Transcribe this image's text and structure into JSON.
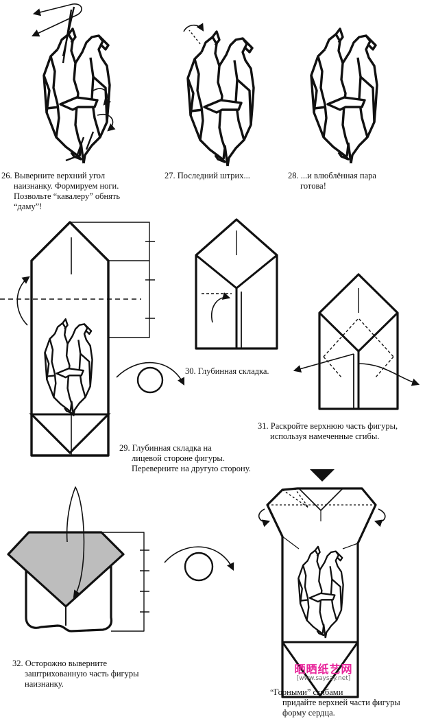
{
  "steps": [
    {
      "lines": [
        "26. Выверните верхний угол",
        "наизнанку. Формируем ноги.",
        "Позвольте “кавалеру” обнять",
        "“даму”!"
      ]
    },
    {
      "lines": [
        "27. Последний штрих..."
      ]
    },
    {
      "lines": [
        "28. ...и влюблённая пара",
        "готова!"
      ]
    },
    {
      "lines": [
        "29. Глубинная складка на",
        "лицевой стороне фигуры.",
        "Переверните на другую сторону."
      ]
    },
    {
      "lines": [
        "30. Глубинная складка."
      ]
    },
    {
      "lines": [
        "31. Раскройте верхнюю часть фигуры,",
        "используя намеченные сгибы."
      ]
    },
    {
      "lines": [
        "32. Осторожно выверните",
        "заштрихованную часть фигуры",
        "наизнанку."
      ]
    },
    {
      "lines": [
        "“Горными” сгибами",
        "придайте верхней части фигуры",
        "форму сердца."
      ]
    }
  ],
  "watermark": {
    "chinese": "晒晒纸艺网",
    "url": "[www.saysay.net]"
  },
  "colors": {
    "ink": "#111111",
    "shade": "#bdbdbd"
  }
}
